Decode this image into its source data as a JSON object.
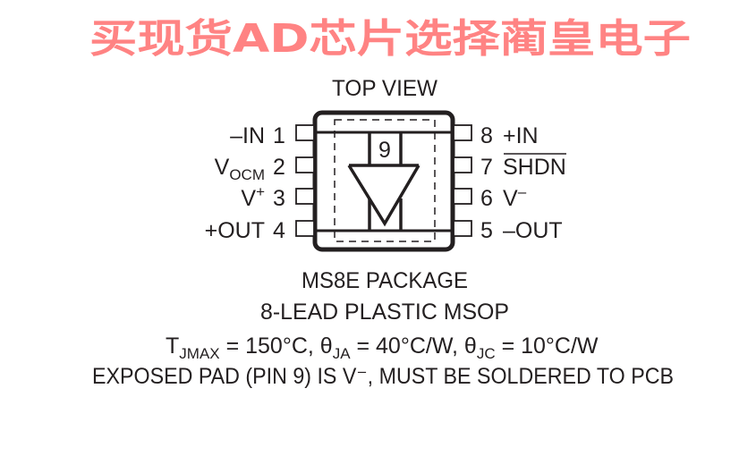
{
  "title": "TOP VIEW",
  "pins_left": [
    {
      "num": "1",
      "name": "–IN"
    },
    {
      "num": "2",
      "name": "V",
      "sub": "OCM"
    },
    {
      "num": "3",
      "name": "V",
      "sup": "+"
    },
    {
      "num": "4",
      "name": "+OUT"
    }
  ],
  "pins_right": [
    {
      "num": "8",
      "name": "+IN"
    },
    {
      "num": "7",
      "name": "SHDN"
    },
    {
      "num": "6",
      "name": "V",
      "sup": "–"
    },
    {
      "num": "5",
      "name": "–OUT"
    }
  ],
  "pad_pin": "9",
  "package_name": "MS8E PACKAGE",
  "package_desc": "8-LEAD PLASTIC MSOP",
  "thermal": {
    "t_sym": "T",
    "t_sub": "JMAX",
    "t_val": " = 150°C, θ",
    "ja_sub": "JA",
    "ja_val": " = 40°C/W, θ",
    "jc_sub": "JC",
    "jc_val": " = 10°C/W"
  },
  "exposed_pad_note": "EXPOSED PAD (PIN 9) IS V⁻, MUST BE SOLDERED TO PCB",
  "watermark": "买现货AD芯片选择蔺皇电子"
}
